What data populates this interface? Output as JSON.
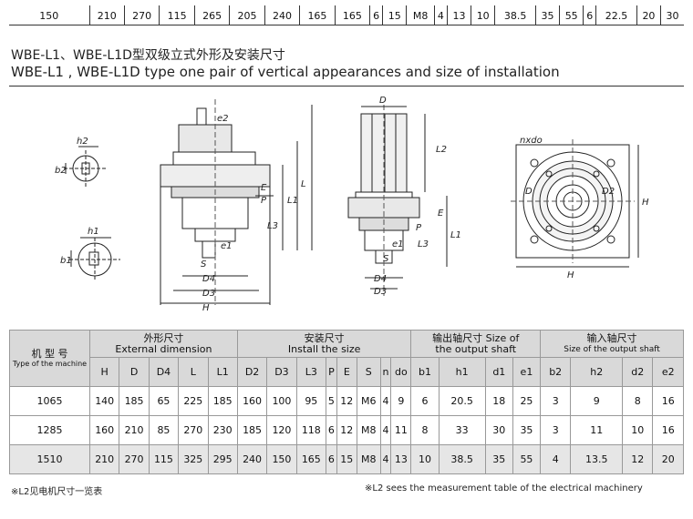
{
  "top_row": [
    "150",
    "210",
    "270",
    "115",
    "265",
    "205",
    "240",
    "165",
    "165",
    "6",
    "15",
    "M8",
    "4",
    "13",
    "10",
    "38.5",
    "35",
    "55",
    "6",
    "22.5",
    "20",
    "30"
  ],
  "title_cn": "WBE-L1、WBE-L1D型双级立式外形及安装尺寸",
  "title_en": "WBE-L1 , WBE-L1D type one pair of vertical appearances and size of installation",
  "drawing_labels": {
    "e2": "e2",
    "h2": "h2",
    "b2": "b2",
    "h1": "h1",
    "b1": "b1",
    "E": "E",
    "P": "P",
    "L1": "L1",
    "L3": "L3",
    "L": "L",
    "e1": "e1",
    "S": "S",
    "D4": "D4",
    "D3": "D3",
    "H": "H",
    "D": "D",
    "L2": "L2",
    "nxdo": "nxdo",
    "D2": "D2"
  },
  "table": {
    "model_header_cn": "机 型 号",
    "model_header_en": "Type of the machine",
    "groups": [
      {
        "cn": "外形尺寸",
        "en": "External dimension"
      },
      {
        "cn": "安装尺寸",
        "en": "Install the size"
      },
      {
        "cn": "输出轴尺寸 Size of",
        "en": "the output shaft"
      },
      {
        "cn": "输入轴尺寸",
        "en": "Size of the output shaft"
      }
    ],
    "columns": [
      "H",
      "D",
      "D4",
      "L",
      "L1",
      "D2",
      "D3",
      "L3",
      "P",
      "E",
      "S",
      "n",
      "do",
      "b1",
      "h1",
      "d1",
      "e1",
      "b2",
      "h2",
      "d2",
      "e2"
    ],
    "rows": [
      {
        "model": "1065",
        "values": [
          "140",
          "185",
          "65",
          "225",
          "185",
          "160",
          "100",
          "95",
          "5",
          "12",
          "M6",
          "4",
          "9",
          "6",
          "20.5",
          "18",
          "25",
          "3",
          "9",
          "8",
          "16"
        ]
      },
      {
        "model": "1285",
        "values": [
          "160",
          "210",
          "85",
          "270",
          "230",
          "185",
          "120",
          "118",
          "6",
          "12",
          "M8",
          "4",
          "11",
          "8",
          "33",
          "30",
          "35",
          "3",
          "11",
          "10",
          "16"
        ]
      },
      {
        "model": "1510",
        "values": [
          "210",
          "270",
          "115",
          "325",
          "295",
          "240",
          "150",
          "165",
          "6",
          "15",
          "M8",
          "4",
          "13",
          "10",
          "38.5",
          "35",
          "55",
          "4",
          "13.5",
          "12",
          "20"
        ]
      }
    ]
  },
  "notes": {
    "left": "※L2见电机尺寸一览表",
    "right": "※L2 sees the measurement table of the electrical machinery"
  }
}
